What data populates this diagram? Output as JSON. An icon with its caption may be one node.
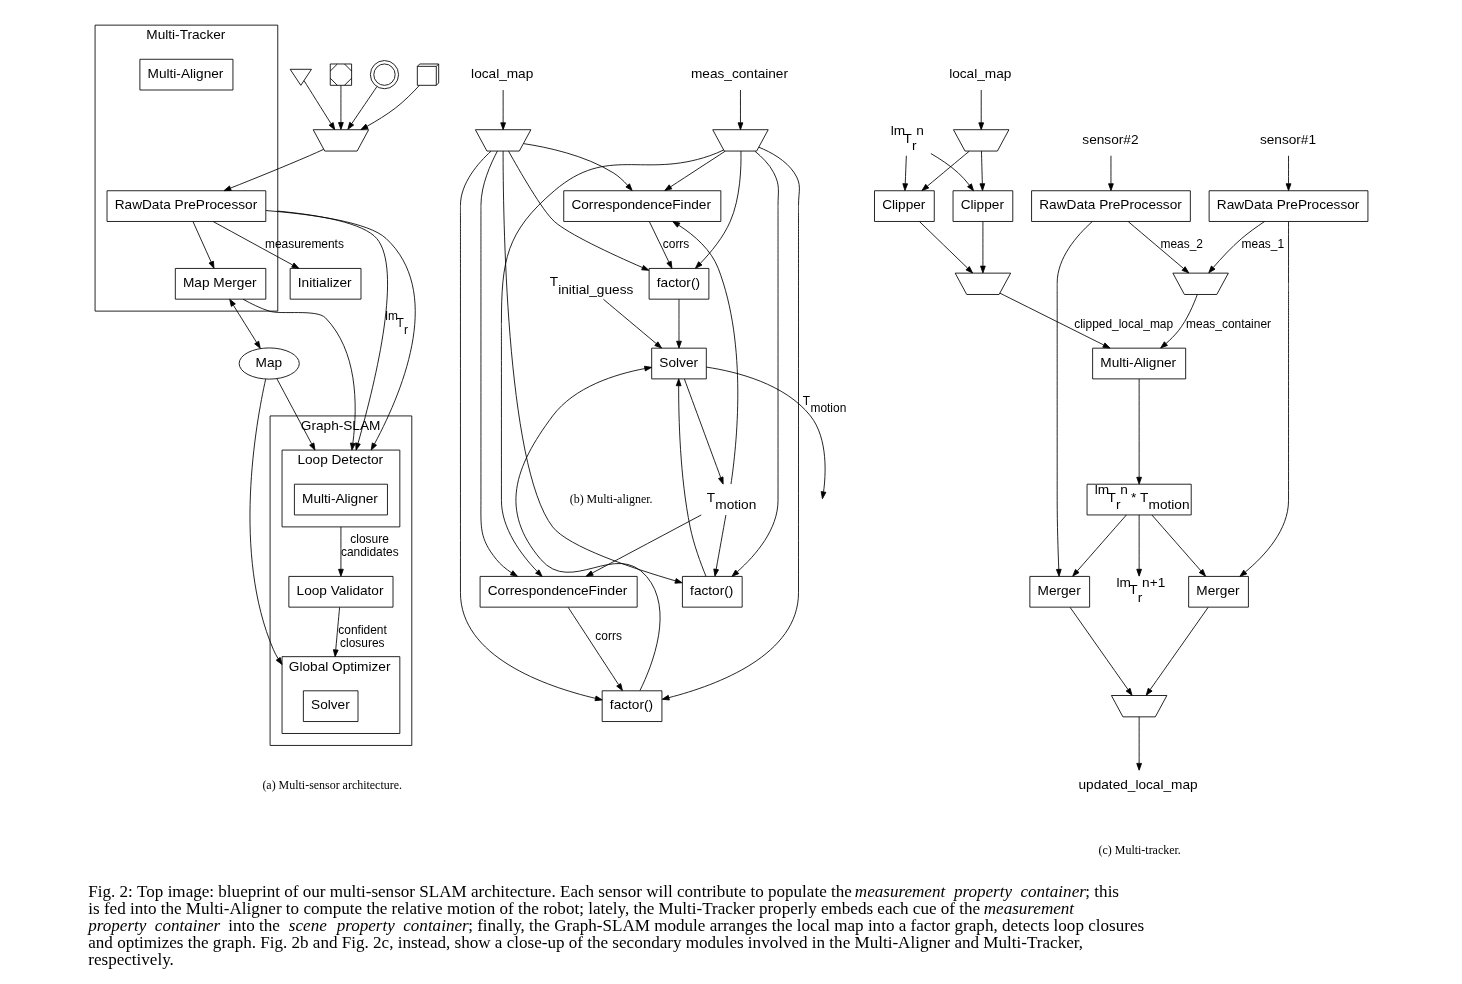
{
  "diagram": {
    "caption": "Fig. 2: Top image: blueprint of our multi-sensor SLAM architecture. Each sensor will contribute to populate the *measurement property container*; this is fed into the Multi-Aligner to compute the relative motion of the robot; lately, the Multi-Tracker properly embeds each cue of the *measurement property container* into the *scene property container*; finally, the Graph-SLAM module arranges the local map into a factor graph, detects loop closures and optimizes the graph. Fig. 2b and Fig. 2c, instead, show a close-up of the secondary modules involved in the Multi-Aligner and Multi-Tracker, respectively.",
    "nodes": [
      {
        "text": [],
        "shape": "antenna"
      },
      {
        "text": [],
        "shape": "camera"
      },
      {
        "text": [],
        "shape": "radar"
      },
      {
        "text": [],
        "shape": "satellite"
      },
      {
        "text": [],
        "shape": "trapezoid"
      },
      {
        "text": [
          "Multi-Tracker"
        ]
      },
      {
        "text": [
          "RawData PreProcessor"
        ],
        "in": 5
      },
      {
        "text": [
          "Multi-Aligner"
        ],
        "in": 5
      },
      {
        "text": [
          "Map Merger"
        ],
        "in": 5
      },
      {
        "text": [
          "Initializer"
        ]
      },
      {
        "text": [
          "Map"
        ]
      },
      {
        "text": [
          "Graph-SLAM"
        ]
      },
      {
        "text": [
          "Loop Detector"
        ],
        "in": 11
      },
      {
        "text": [
          "Multi-Aligner"
        ],
        "in": 12
      },
      {
        "text": [
          "Loop Validator"
        ],
        "in": 11
      },
      {
        "text": [
          "Global Optimizer"
        ],
        "in": 11
      },
      {
        "text": [
          "Solver"
        ],
        "in": 15
      },
      {
        "text": [
          "local_map"
        ]
      },
      {
        "text": [
          "meas_container"
        ]
      },
      {
        "text": [],
        "shape": "trapezoid"
      },
      {
        "text": [],
        "shape": "trapezoid"
      },
      {
        "text": [
          "T$_{motion}$"
        ]
      },
      {
        "text": [
          "CorrespondenceFinder"
        ]
      },
      {
        "text": [
          "CorrespondenceFinder"
        ]
      },
      {
        "text": [
          "factor()"
        ]
      },
      {
        "text": [
          "factor()"
        ]
      },
      {
        "text": [
          "factor()"
        ]
      },
      {
        "text": [
          "T$_{initial_guess}$"
        ]
      },
      {
        "text": [
          "Solver"
        ]
      },
      {
        "text": [
          "local_map"
        ]
      },
      {
        "text": [
          "$^{lm}$T$_{r}$$^{n}$"
        ]
      },
      {
        "text": [],
        "shape": "trapezoid"
      },
      {
        "text": [
          "sensor#1"
        ]
      },
      {
        "text": [
          "sensor#2"
        ]
      },
      {
        "text": [
          "RawData PreProcessor"
        ]
      },
      {
        "text": [
          "Clipper"
        ]
      },
      {
        "text": [
          "Clipper"
        ]
      },
      {
        "text": [
          "RawData PreProcessor"
        ]
      },
      {
        "text": [],
        "shape": "trapezoid"
      },
      {
        "text": [],
        "shape": "trapezoid"
      },
      {
        "text": [
          "Multi-Aligner"
        ]
      },
      {
        "text": [
          "$^{lm}$T$_{r}$$^{n}$ * T$_{motion}$"
        ]
      },
      {
        "text": [
          "Merger"
        ]
      },
      {
        "text": [
          "$^{lm}$T$_{r}$$^{n+1}$"
        ]
      },
      {
        "text": [
          "Merger"
        ]
      },
      {
        "text": [],
        "shape": "trapezoid"
      },
      {
        "text": [
          "updated_local_map"
        ]
      }
    ],
    "edges": [
      {
        "from": 0,
        "to": 4,
        "arrow": "to"
      },
      {
        "from": 1,
        "to": 4,
        "arrow": "to"
      },
      {
        "from": 2,
        "to": 4,
        "arrow": "to"
      },
      {
        "from": 3,
        "to": 4,
        "arrow": "to"
      },
      {
        "from": 4,
        "to": 6,
        "arrow": "to"
      },
      {
        "from": 6,
        "to": 9,
        "label": "measurements",
        "arrow": "to"
      },
      {
        "from": 6,
        "to": 8,
        "arrow": "to"
      },
      {
        "from": 6,
        "to": 12,
        "arrow": "to"
      },
      {
        "from": 8,
        "to": 10,
        "arrow": "both"
      },
      {
        "from": 5,
        "to": 12,
        "label": "$^{lm}$T$_{r}$",
        "arrow": "to"
      },
      {
        "from": 8,
        "to": 12,
        "arrow": "to"
      },
      {
        "from": 10,
        "to": 12,
        "arrow": "to"
      },
      {
        "from": 10,
        "to": 15,
        "arrow": "to"
      },
      {
        "from": 12,
        "to": 14,
        "label": "closure candidates",
        "arrow": "to"
      },
      {
        "from": 14,
        "to": 15,
        "label": "confident closures",
        "arrow": "to"
      },
      {
        "from": 17,
        "to": 19,
        "arrow": "to"
      },
      {
        "from": 18,
        "to": 20,
        "arrow": "to"
      },
      {
        "from": 19,
        "to": 22,
        "arrow": "to"
      },
      {
        "from": 20,
        "to": 22,
        "arrow": "to"
      },
      {
        "from": 21,
        "to": 22,
        "arrow": "to"
      },
      {
        "from": 19,
        "to": 24,
        "arrow": "to"
      },
      {
        "from": 20,
        "to": 24,
        "arrow": "to"
      },
      {
        "from": 22,
        "to": 24,
        "label": "corrs",
        "arrow": "to"
      },
      {
        "from": 19,
        "to": 23,
        "arrow": "to"
      },
      {
        "from": 20,
        "to": 23,
        "arrow": "to"
      },
      {
        "from": 21,
        "to": 23,
        "arrow": "to"
      },
      {
        "from": 19,
        "to": 25,
        "arrow": "to"
      },
      {
        "from": 20,
        "to": 25,
        "arrow": "to"
      },
      {
        "from": 23,
        "to": 25,
        "label": "corrs",
        "arrow": "to"
      },
      {
        "from": 19,
        "to": 26,
        "arrow": "to"
      },
      {
        "from": 20,
        "to": 26,
        "arrow": "to"
      },
      {
        "from": 21,
        "to": 26,
        "arrow": "to"
      },
      {
        "from": 24,
        "to": 28,
        "arrow": "to"
      },
      {
        "from": 25,
        "to": 28,
        "arrow": "to"
      },
      {
        "from": 26,
        "to": 28,
        "arrow": "to"
      },
      {
        "from": 27,
        "to": 28,
        "arrow": "to"
      },
      {
        "from": 28,
        "to": null,
        "label": "T$_{motion}$",
        "arrow": "to"
      },
      {
        "from": 28,
        "to": 21,
        "arrow": "to"
      },
      {
        "from": 29,
        "to": 31,
        "arrow": "to"
      },
      {
        "from": 31,
        "to": 35,
        "arrow": "to"
      },
      {
        "from": 31,
        "to": 36,
        "arrow": "to"
      },
      {
        "from": 30,
        "to": 35,
        "arrow": "to"
      },
      {
        "from": 30,
        "to": 36,
        "arrow": "to"
      },
      {
        "from": 32,
        "to": 34,
        "arrow": "to"
      },
      {
        "from": 33,
        "to": 37,
        "arrow": "to"
      },
      {
        "from": 34,
        "to": 38,
        "label": "meas_1",
        "arrow": "to"
      },
      {
        "from": 37,
        "to": 38,
        "label": "meas_2",
        "arrow": "to"
      },
      {
        "from": 35,
        "to": 39,
        "arrow": "to"
      },
      {
        "from": 36,
        "to": 39,
        "arrow": "to"
      },
      {
        "from": 34,
        "to": 42,
        "arrow": "to"
      },
      {
        "from": 37,
        "to": 44,
        "arrow": "to"
      },
      {
        "from": 38,
        "to": 40,
        "label": "meas_container",
        "arrow": "to"
      },
      {
        "from": 39,
        "to": 40,
        "label": "clipped_local_map",
        "arrow": "to"
      },
      {
        "from": 40,
        "to": 41,
        "arrow": "to"
      },
      {
        "from": 41,
        "to": 42,
        "arrow": "to"
      },
      {
        "from": 41,
        "to": 43,
        "arrow": "to"
      },
      {
        "from": 41,
        "to": 44,
        "arrow": "to"
      },
      {
        "from": 42,
        "to": 45,
        "arrow": "to"
      },
      {
        "from": 44,
        "to": 45,
        "arrow": "to"
      },
      {
        "from": 45,
        "to": 46,
        "arrow": "to"
      }
    ],
    "labels": [
      "(a) Multi-sensor architecture.",
      "(b) Multi-aligner.",
      "(c) Multi-tracker."
    ]
  }
}
